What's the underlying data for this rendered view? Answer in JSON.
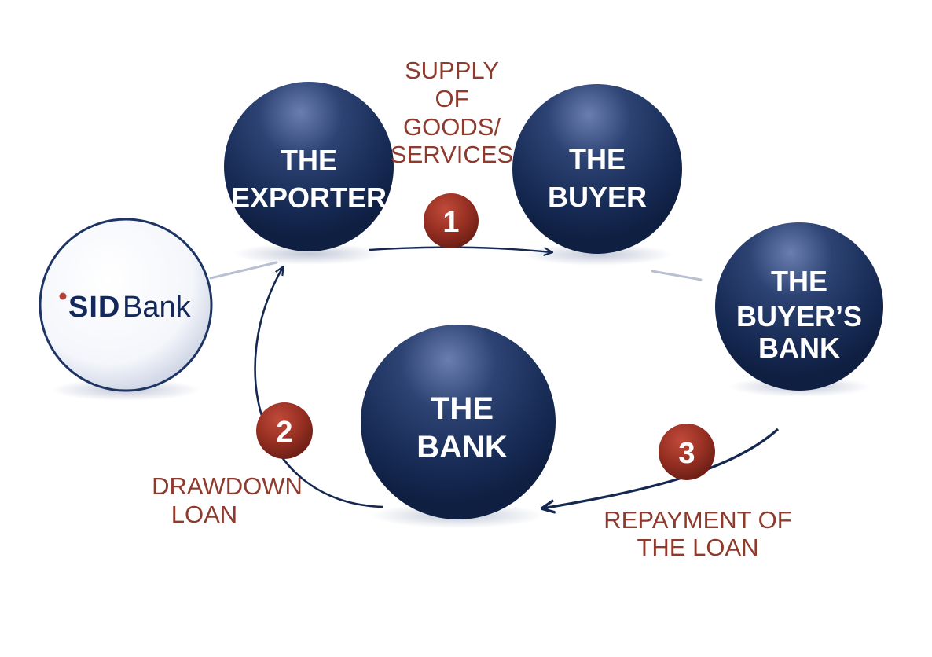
{
  "nodes": {
    "exporter": {
      "lines": [
        "THE",
        "EXPORTER"
      ]
    },
    "buyer": {
      "lines": [
        "THE",
        "BUYER"
      ]
    },
    "buyers_bank": {
      "lines": [
        "THE",
        "BUYER’S",
        "BANK"
      ]
    },
    "bank": {
      "lines": [
        "THE",
        "BANK"
      ]
    },
    "sid_bank": {
      "logo_mark": "SID",
      "logo_text": "Bank"
    }
  },
  "steps": [
    {
      "number": "1",
      "label_lines": [
        "SUPPLY",
        "OF",
        "GOODS/",
        "SERVICES"
      ]
    },
    {
      "number": "2",
      "label_lines": [
        "DRAWDOWN",
        "LOAN"
      ]
    },
    {
      "number": "3",
      "label_lines": [
        "REPAYMENT OF",
        "THE LOAN"
      ]
    }
  ],
  "colors": {
    "sphere_dark": "#142850",
    "sphere_light": "#5a6fa0",
    "badge": "#8e2e22",
    "label_text": "#8e3a2c",
    "arrow": "#142850",
    "connector": "#b8c0d2"
  }
}
